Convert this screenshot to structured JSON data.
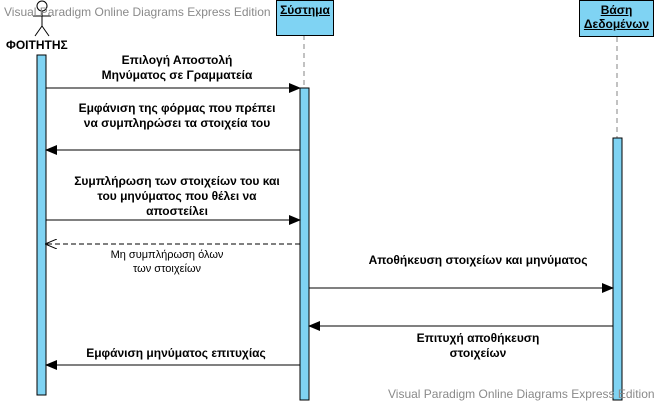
{
  "watermark_top": "Visual Paradigm Online Diagrams Express Edition",
  "watermark_bottom": "Visual Paradigm Online Diagrams Express Edition",
  "lifelines": {
    "actor": "ΦΟΙΤΗΤΗΣ",
    "system": "Σύστημα",
    "database_line1": "Βάση",
    "database_line2": "Δεδομένων"
  },
  "messages": {
    "m1": "Επιλογή Αποστολή Μηνύματος σε Γραμματεία",
    "m2": "Εμφάνιση της φόρμας που πρέπει να συμπληρώσει τα στοιχεία του",
    "m3": "Συμπλήρωση των στοιχείων του και του μηνύματος που θέλει να αποστείλει",
    "m4": "Μη συμπλήρωση όλων των στοιχείων",
    "m5": "Αποθήκευση στοιχείων και μηνύματος",
    "m6": "Επιτυχή αποθήκευση στοιχείων",
    "m7": "Εμφάνιση μηνύματος επιτυχίας"
  },
  "colors": {
    "activation": "#7fd3f3",
    "line": "#000000",
    "lifeline_dash": "#999999"
  }
}
